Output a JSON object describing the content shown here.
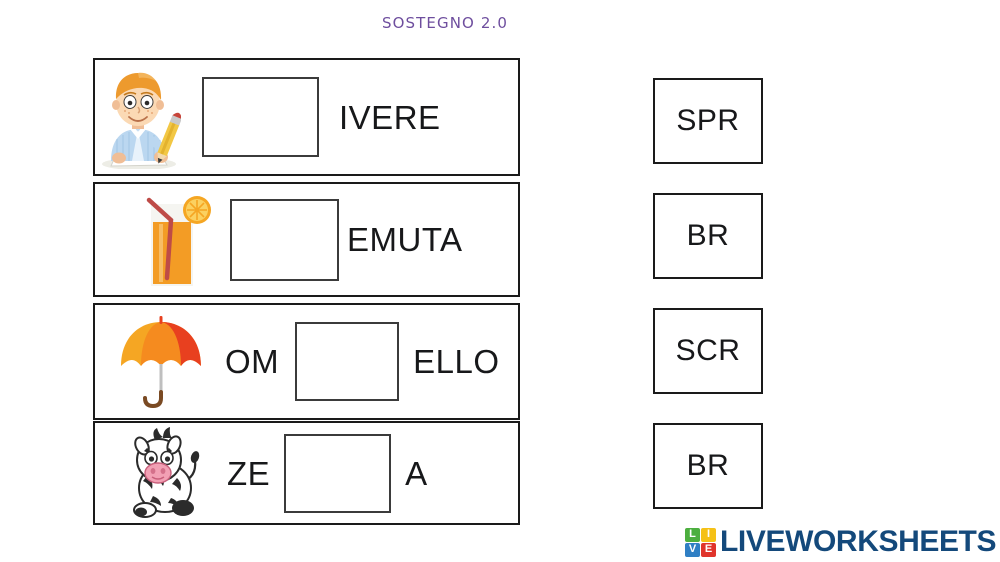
{
  "header": {
    "title": "SOSTEGNO 2.0",
    "color": "#6E4E9E"
  },
  "exercise": {
    "rows": [
      {
        "id": "row-scrivere",
        "picture": "boy-writing-icon",
        "picture_label": "boy writing with pencil",
        "prefix_text": "",
        "suffix_text": "IVERE",
        "answer": ""
      },
      {
        "id": "row-spremuta",
        "picture": "orange-juice-glass-icon",
        "picture_label": "glass of orange juice with straw",
        "prefix_text": "",
        "suffix_text": "EMUTA",
        "answer": ""
      },
      {
        "id": "row-ombrello",
        "picture": "umbrella-icon",
        "picture_label": "orange umbrella",
        "prefix_text": "OM",
        "suffix_text": "ELLO",
        "answer": ""
      },
      {
        "id": "row-zebra",
        "picture": "zebra-icon",
        "picture_label": "cartoon zebra",
        "prefix_text": "ZE",
        "suffix_text": "A",
        "answer": ""
      }
    ]
  },
  "answer_bank": {
    "tiles": [
      {
        "label": "SPR"
      },
      {
        "label": "BR"
      },
      {
        "label": "SCR"
      },
      {
        "label": "BR"
      }
    ]
  },
  "logo": {
    "tiles": [
      {
        "letter": "L",
        "color": "#4CAF3F"
      },
      {
        "letter": "I",
        "color": "#F5C116"
      },
      {
        "letter": "V",
        "color": "#2F7FC4"
      },
      {
        "letter": "E",
        "color": "#E0342B"
      }
    ],
    "wordmark": "LIVEWORKSHEETS",
    "wordmark_color": "#14497B"
  }
}
